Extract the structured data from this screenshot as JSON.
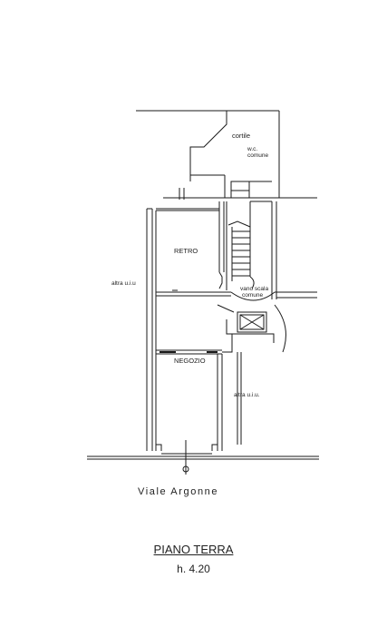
{
  "labels": {
    "cortile": "cortile",
    "wc_line1": "w.c.",
    "wc_line2": "comune",
    "retro": "RETRO",
    "vano_line1": "vano scala",
    "vano_line2": "comune",
    "altra_left": "altra u.i.u",
    "negozio": "NEGOZIO",
    "altra_right": "altra u.i.u."
  },
  "street": "Viale Argonne",
  "title": "PIANO TERRA",
  "height": "h. 4.20",
  "colors": {
    "ink": "#1a1a1a",
    "paper": "#ffffff"
  }
}
